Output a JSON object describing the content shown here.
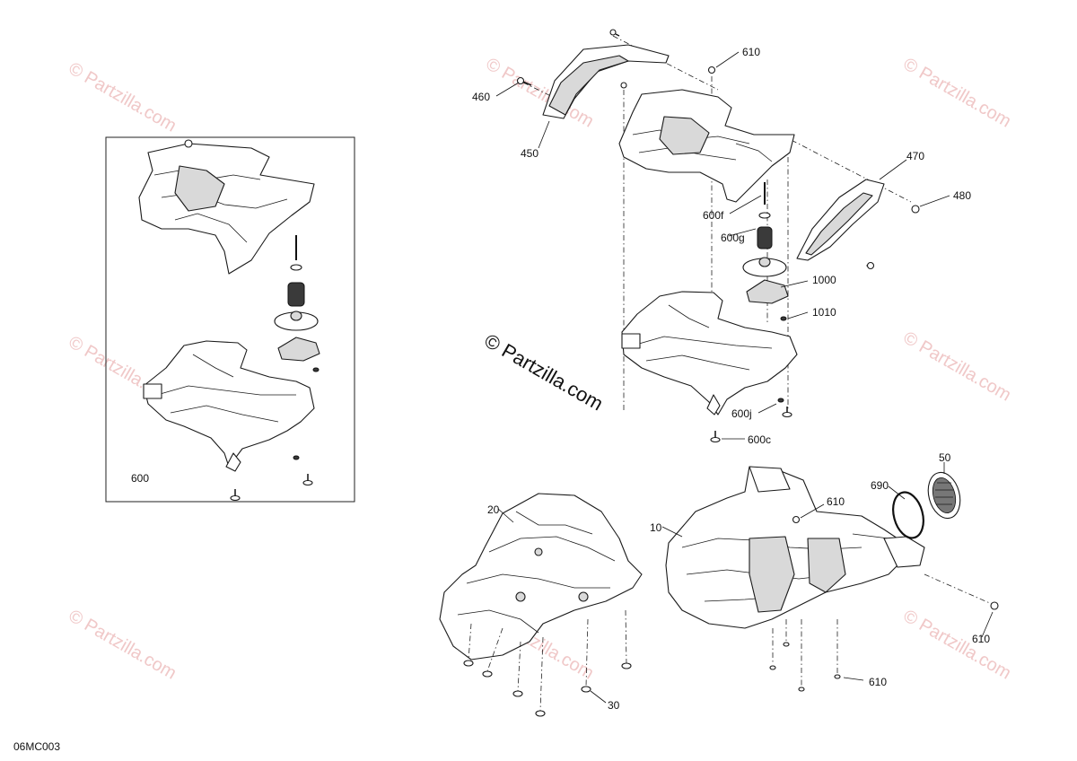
{
  "diagram_code": "06MC003",
  "watermark": "© Partzilla.com",
  "center_watermark": "© Partzilla.com",
  "inset_label": "600",
  "callouts": {
    "c460": "460",
    "c450": "450",
    "c610_top": "610",
    "c470": "470",
    "c480": "480",
    "c600f": "600f",
    "c600g": "600g",
    "c1000": "1000",
    "c1010": "1010",
    "c600j": "600j",
    "c600c": "600c",
    "c20": "20",
    "c10": "10",
    "c610_mid": "610",
    "c690": "690",
    "c50": "50",
    "c610_right": "610",
    "c610_bottom": "610",
    "c30": "30"
  }
}
